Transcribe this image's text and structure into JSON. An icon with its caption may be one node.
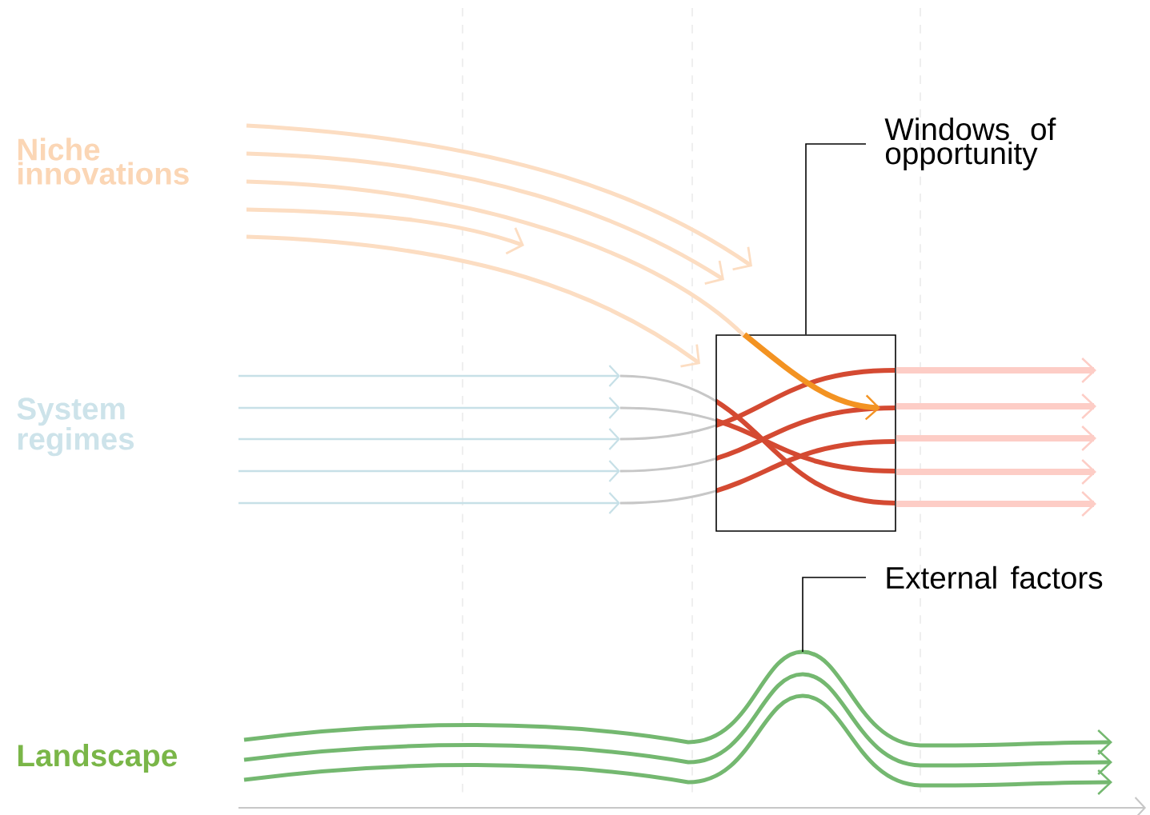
{
  "diagram": {
    "nodes": [
      {
        "text": [
          "Windows of opportunity"
        ]
      },
      {
        "text": [],
        "shape": "box"
      },
      {
        "text": [
          "External factors"
        ]
      },
      {
        "text": [],
        "shape": "wave"
      }
    ],
    "edges": [
      {
        "from": 0,
        "to": 1,
        "arrow": "none",
        "color": "#000000"
      },
      {
        "from": 2,
        "to": 3,
        "arrow": "none",
        "color": "#000000"
      },
      {
        "from": 1,
        "to": null,
        "arrow": "to",
        "color": "#f39322"
      },
      {
        "from": 1,
        "to": null,
        "arrow": "to"
      },
      {
        "from": 1,
        "to": null,
        "arrow": "to"
      },
      {
        "from": 1,
        "to": null,
        "arrow": "to"
      },
      {
        "from": 1,
        "to": null,
        "arrow": "to"
      },
      {
        "from": 1,
        "to": null,
        "arrow": "to"
      }
    ],
    "labels": [
      "Niche innovations",
      "System regimes",
      "Landscape"
    ]
  }
}
